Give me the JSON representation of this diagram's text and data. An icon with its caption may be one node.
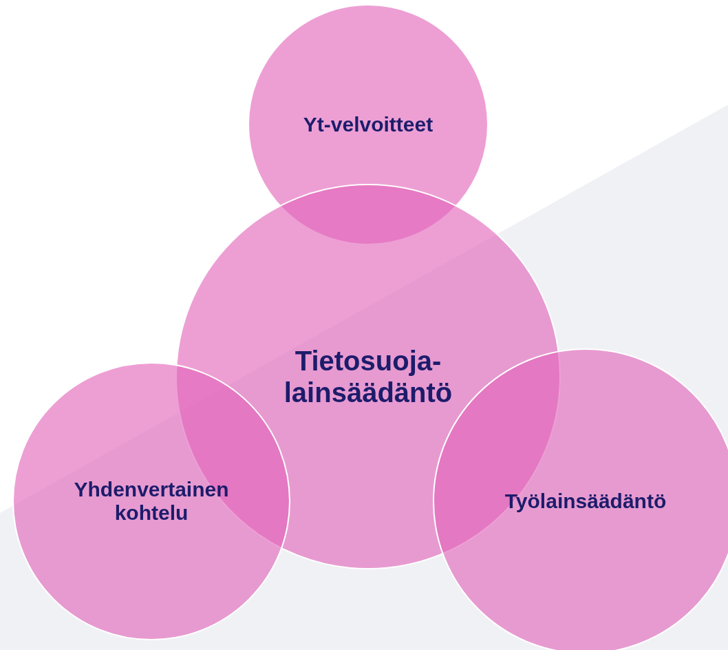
{
  "diagram": {
    "nodes": [
      {
        "text": [
          "Yt-velvoitteet"
        ]
      },
      {
        "text": [
          "Tietosuoja-lainsäädäntö"
        ]
      },
      {
        "text": [
          "Yhdenvertainen kohtelu"
        ]
      },
      {
        "text": [
          "Työlainsäädäntö"
        ]
      }
    ]
  }
}
